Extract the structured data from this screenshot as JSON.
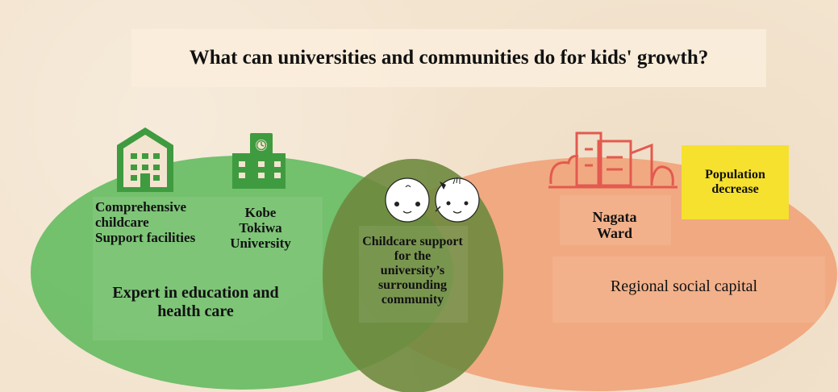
{
  "title": "What can universities and communities do for kids' growth?",
  "left_circle": {
    "facility_label": "Comprehensive childcare Support facilities",
    "university_label": "Kobe Tokiwa University",
    "expert_label": "Expert in education and health care"
  },
  "overlap": {
    "label": "Childcare support for the university’s surrounding community"
  },
  "right_circle": {
    "ward_label": "Nagata Ward",
    "capital_label": "Regional social capital",
    "population_note": "Population decrease"
  },
  "colors": {
    "background": "#f3e4cf",
    "green": "#5cb85a",
    "green_icon": "#3f9b3f",
    "orange": "#f0a57d",
    "overlap": "#6e8a3e",
    "red_icon": "#e35a4f",
    "note": "#f6e12e"
  }
}
